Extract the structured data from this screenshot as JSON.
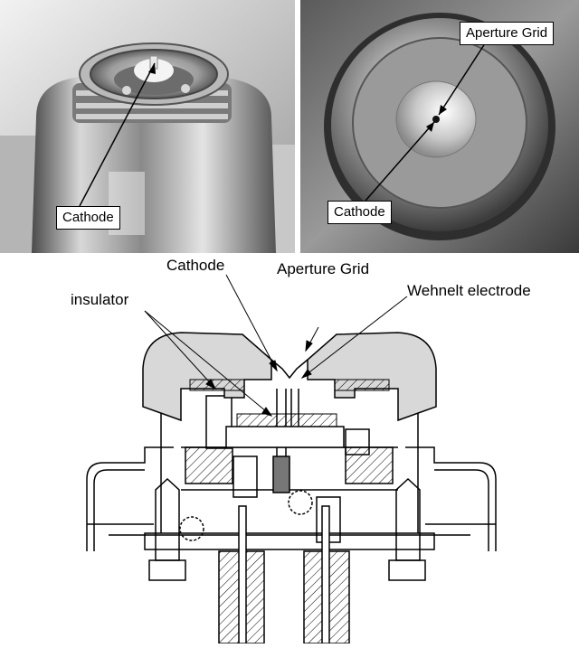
{
  "photos": {
    "left": {
      "labels": {
        "cathode": "Cathode"
      }
    },
    "right": {
      "labels": {
        "aperture_grid": "Aperture Grid",
        "cathode": "Cathode"
      }
    }
  },
  "diagram": {
    "labels": {
      "cathode": "Cathode",
      "aperture_grid": "Aperture Grid",
      "insulator": "insulator",
      "wehnelt": "Wehnelt electrode"
    }
  }
}
